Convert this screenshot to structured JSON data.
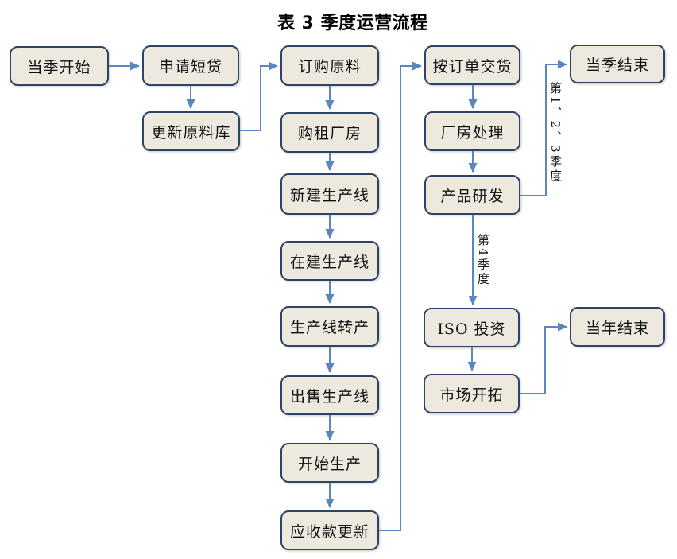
{
  "title": "表 3  季度运营流程",
  "colors": {
    "box_fill": "#EDE9DF",
    "box_border": "#2E4464",
    "connector": "#5B87C0",
    "text": "#111111"
  },
  "nodes": {
    "quarter_start": "当季开始",
    "apply_short_loan": "申请短贷",
    "update_material_store": "更新原料库",
    "order_materials": "订购原料",
    "buy_rent_plant": "购租厂房",
    "build_new_line": "新建生产线",
    "line_in_construction": "在建生产线",
    "line_conversion": "生产线转产",
    "sell_line": "出售生产线",
    "start_production": "开始生产",
    "receivables_update": "应收款更新",
    "deliver_by_order": "按订单交货",
    "plant_disposal": "厂房处理",
    "product_rnd": "产品研发",
    "iso_investment": "ISO 投资",
    "market_development": "市场开拓",
    "quarter_end": "当季结束",
    "year_end": "当年结束"
  },
  "edge_labels": {
    "quarters_123": "第1、2、3季度",
    "quarter_4": "第4季度"
  }
}
